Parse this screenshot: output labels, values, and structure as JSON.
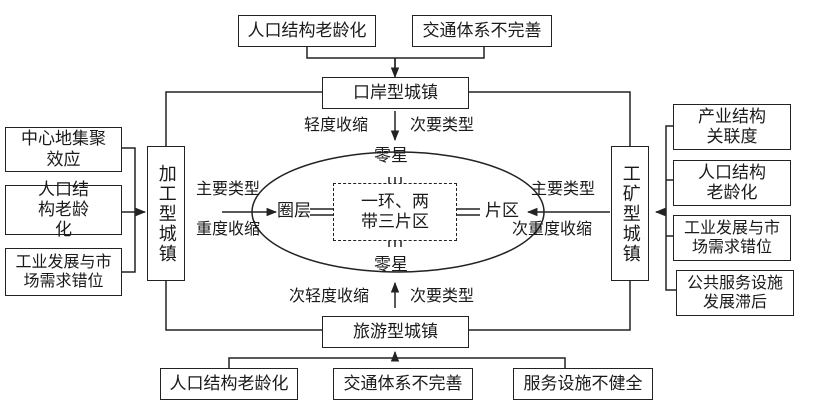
{
  "top_factors": [
    "人口结构老龄化",
    "交通体系不完善"
  ],
  "bottom_factors": [
    "人口结构老龄化",
    "交通体系不完善",
    "服务设施不健全"
  ],
  "left_factors": [
    "中心地集聚效应",
    "人口结构老龄化",
    "工业发展与市场需求错位"
  ],
  "right_factors": [
    "产业结构关联度",
    "人口结构老龄化",
    "工业发展与市场需求错位",
    "公共服务设施发展滞后"
  ],
  "towns": {
    "port": "口岸型城镇",
    "tourism": "旅游型城镇",
    "processing": "加工型城镇",
    "mining": "工矿型城镇"
  },
  "center": "一环、两带三片区",
  "ring": {
    "top": "零星",
    "bottom": "零星",
    "left": "圈层",
    "right": "片区"
  },
  "edge_labels": {
    "top_degree": "轻度收缩",
    "top_type": "次要类型",
    "bottom_degree": "次轻度收缩",
    "bottom_type": "次要类型",
    "left_type": "主要类型",
    "left_degree": "重度收缩",
    "right_type": "主要类型",
    "right_degree": "次重度收缩"
  }
}
